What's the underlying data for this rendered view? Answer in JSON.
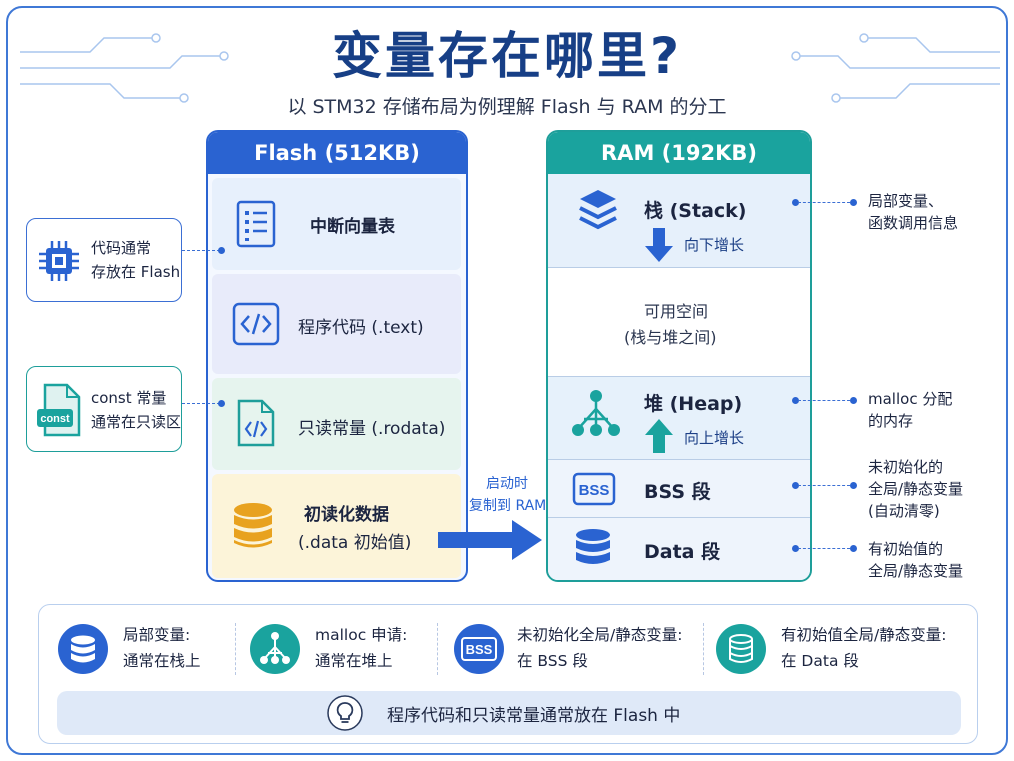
{
  "title": "变量存在哪里?",
  "subtitle": "以 STM32 存储布局为例理解 Flash 与 RAM 的分工",
  "flash": {
    "header": "Flash (512KB)",
    "blocks": [
      {
        "label": "中断向量表",
        "icon": "list-document-icon"
      },
      {
        "label": "程序代码 (.text)",
        "icon": "code-icon"
      },
      {
        "label": "只读常量 (.rodata)",
        "icon": "code-file-icon"
      },
      {
        "label_line1": "初读化数据",
        "label_line2": "(.data 初始值)",
        "icon": "database-icon"
      }
    ]
  },
  "ram": {
    "header": "RAM (192KB)",
    "stack": {
      "label": "栈 (Stack)",
      "growth": "向下增长",
      "icon": "layers-icon"
    },
    "free": {
      "line1": "可用空间",
      "line2": "(栈与堆之间)"
    },
    "heap": {
      "label": "堆 (Heap)",
      "growth": "向上增长",
      "icon": "tree-network-icon"
    },
    "bss": {
      "label": "BSS 段",
      "icon": "bss-icon"
    },
    "data": {
      "label": "Data 段",
      "icon": "database-icon"
    }
  },
  "copy_arrow": {
    "line1": "启动时",
    "line2": "复制到 RAM"
  },
  "left_notes": [
    {
      "line1": "代码通常",
      "line2": "存放在 Flash",
      "icon": "chip-icon"
    },
    {
      "line1": "const 常量",
      "line2": "通常在只读区",
      "icon": "const-file-icon",
      "badge": "const"
    }
  ],
  "right_notes": [
    {
      "lines": [
        "局部变量、",
        "函数调用信息"
      ]
    },
    {
      "lines": [
        "malloc 分配",
        "的内存"
      ]
    },
    {
      "lines": [
        "未初始化的",
        "全局/静态变量",
        "(自动清零)"
      ]
    },
    {
      "lines": [
        "有初始值的",
        "全局/静态变量"
      ]
    }
  ],
  "summary": [
    {
      "line1": "局部变量:",
      "line2": "通常在栈上",
      "icon": "stack-circle-icon"
    },
    {
      "line1": "malloc 申请:",
      "line2": "通常在堆上",
      "icon": "heap-circle-icon"
    },
    {
      "line1": "未初始化全局/静态变量:",
      "line2": "在 BSS 段",
      "icon": "bss-circle-icon",
      "badge": "BSS"
    },
    {
      "line1": "有初始值全局/静态变量:",
      "line2": "在 Data 段",
      "icon": "data-circle-icon"
    }
  ],
  "tip": {
    "text": "程序代码和只读常量通常放在 Flash 中",
    "icon": "lightbulb-icon"
  },
  "colors": {
    "flash": "#2a63d1",
    "ram": "#1aa39e",
    "title": "#173f86"
  }
}
